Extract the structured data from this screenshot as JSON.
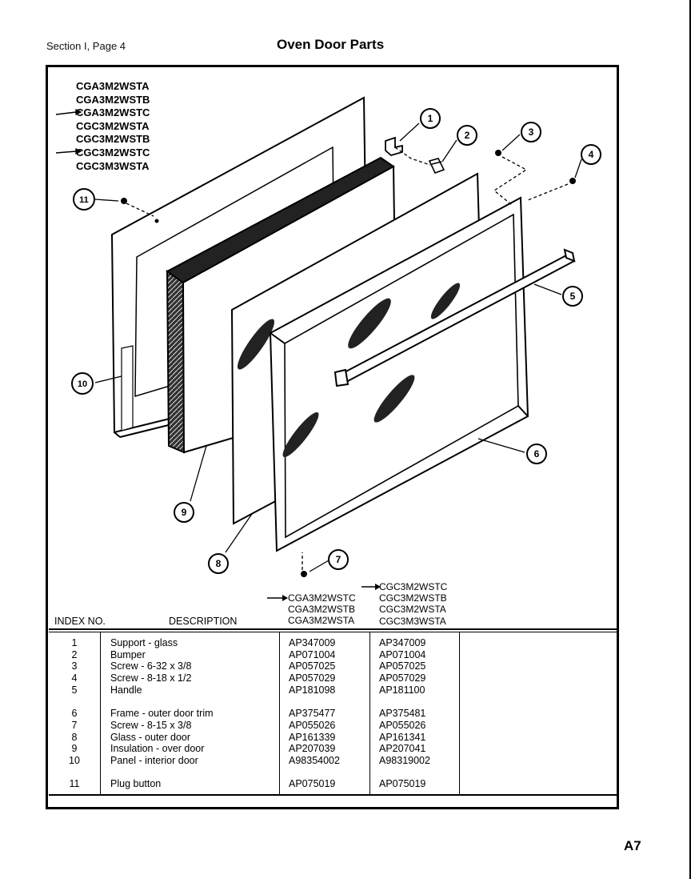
{
  "header": {
    "section": "Section I, Page 4",
    "title": "Oven Door Parts"
  },
  "diagram": {
    "model_list": [
      "CGA3M2WSTA",
      "CGA3M2WSTB",
      "CGA3M2WSTC",
      "CGC3M2WSTA",
      "CGC3M2WSTB",
      "CGC3M2WSTC",
      "CGC3M3WSTA"
    ],
    "callouts": [
      "1",
      "2",
      "3",
      "4",
      "5",
      "6",
      "7",
      "8",
      "9",
      "10",
      "11"
    ]
  },
  "table": {
    "index_header": "INDEX NO.",
    "description_header": "DESCRIPTION",
    "column_a_models": [
      "CGA3M2WSTC",
      "CGA3M2WSTB",
      "CGA3M2WSTA"
    ],
    "column_b_models": [
      "CGC3M2WSTC",
      "CGC3M2WSTB",
      "CGC3M2WSTA",
      "CGC3M3WSTA"
    ],
    "groups": [
      [
        {
          "index": "1",
          "description": "Support - glass",
          "part_a": "AP347009",
          "part_b": "AP347009"
        },
        {
          "index": "2",
          "description": "Bumper",
          "part_a": "AP071004",
          "part_b": "AP071004"
        },
        {
          "index": "3",
          "description": "Screw - 6-32 x 3/8",
          "part_a": "AP057025",
          "part_b": "AP057025"
        },
        {
          "index": "4",
          "description": "Screw - 8-18 x 1/2",
          "part_a": "AP057029",
          "part_b": "AP057029"
        },
        {
          "index": "5",
          "description": "Handle",
          "part_a": "AP181098",
          "part_b": "AP181100"
        }
      ],
      [
        {
          "index": "6",
          "description": "Frame - outer door trim",
          "part_a": "AP375477",
          "part_b": "AP375481"
        },
        {
          "index": "7",
          "description": "Screw - 8-15 x 3/8",
          "part_a": "AP055026",
          "part_b": "AP055026"
        },
        {
          "index": "8",
          "description": "Glass - outer door",
          "part_a": "AP161339",
          "part_b": "AP161341"
        },
        {
          "index": "9",
          "description": "Insulation - over door",
          "part_a": "AP207039",
          "part_b": "AP207041"
        },
        {
          "index": "10",
          "description": "Panel - interior door",
          "part_a": "A98354002",
          "part_b": "A98319002"
        }
      ],
      [
        {
          "index": "11",
          "description": "Plug button",
          "part_a": "AP075019",
          "part_b": "AP075019"
        }
      ]
    ]
  },
  "footer": {
    "page_code": "A7"
  }
}
